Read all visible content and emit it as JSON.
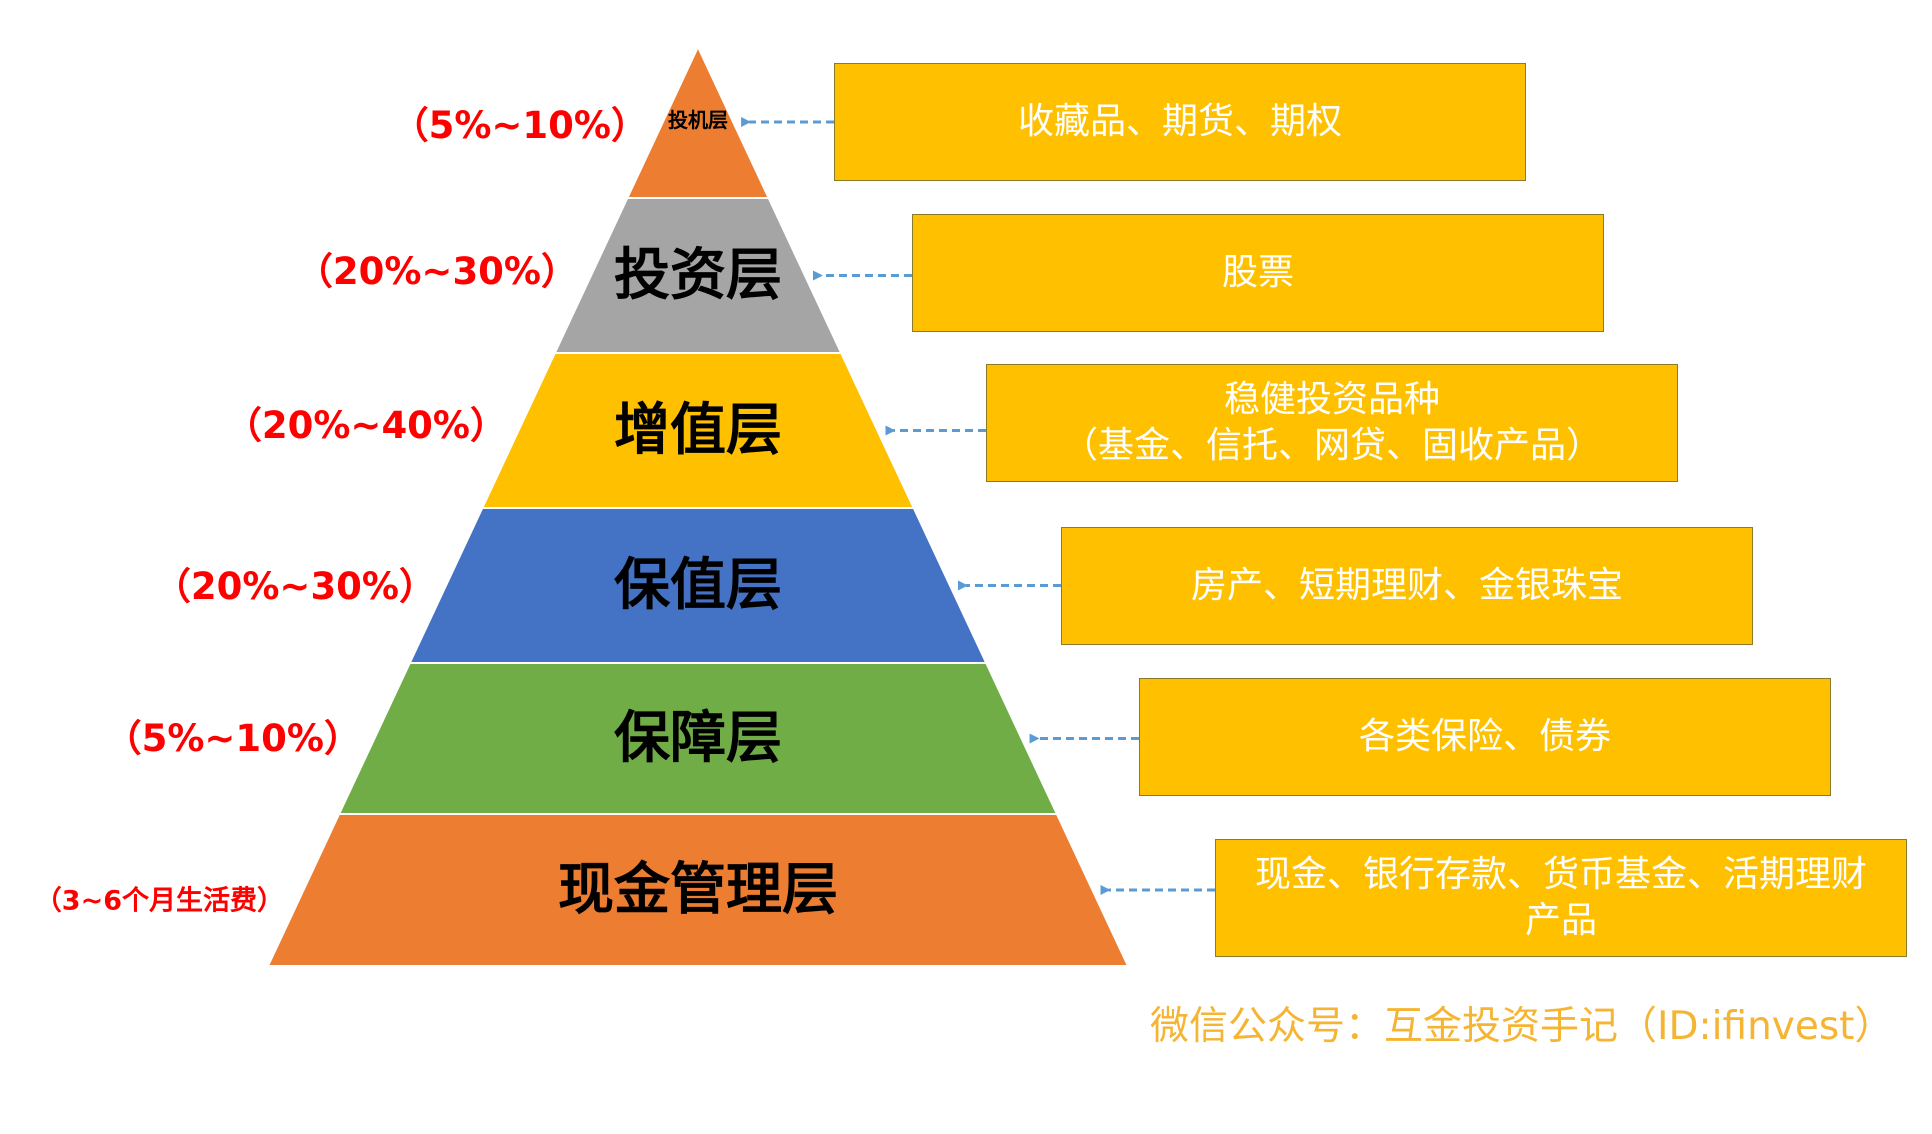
{
  "layers": [
    {
      "name": "投机层",
      "percentage": "（5%~10%）",
      "examples": [
        "收藏品、期货、期权"
      ],
      "color": "#ed7d31"
    },
    {
      "name": "投资层",
      "percentage": "（20%~30%）",
      "examples": [
        "股票"
      ],
      "color": "#a5a5a5"
    },
    {
      "name": "增值层",
      "percentage": "（20%~40%）",
      "examples": [
        "稳健投资品种",
        "（基金、信托、网贷、固收产品）"
      ],
      "color": "#ffc000"
    },
    {
      "name": "保值层",
      "percentage": "（20%~30%）",
      "examples": [
        "房产、短期理财、金银珠宝"
      ],
      "color": "#4472c4"
    },
    {
      "name": "保障层",
      "percentage": "（5%~10%）",
      "examples": [
        "各类保险、债券"
      ],
      "color": "#70ad47"
    },
    {
      "name": "现金管理层",
      "percentage": "（3~6个月生活费）",
      "examples": [
        "现金、银行存款、货币基金、活期理财",
        "产品"
      ],
      "color": "#ed7d31"
    }
  ],
  "footer": "微信公众号：互金投资手记（ID:ifinvest）",
  "colors": {
    "box_fill": "#ffc000",
    "arrow": "#5b9bd5",
    "percentage_text": "#ff0000",
    "footer_text": "#f5b533"
  }
}
